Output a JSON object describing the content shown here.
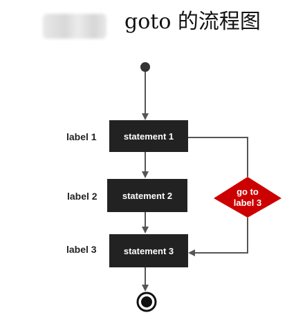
{
  "title": "goto 的流程图",
  "flow": {
    "nodes": [
      {
        "label": "label 1",
        "statement": "statement 1"
      },
      {
        "label": "label 2",
        "statement": "statement 2"
      },
      {
        "label": "label 3",
        "statement": "statement 3"
      }
    ],
    "decision": {
      "line1": "go to",
      "line2": "label 3"
    }
  },
  "colors": {
    "box": "#222222",
    "decision": "#cc0000",
    "line": "#555555"
  }
}
